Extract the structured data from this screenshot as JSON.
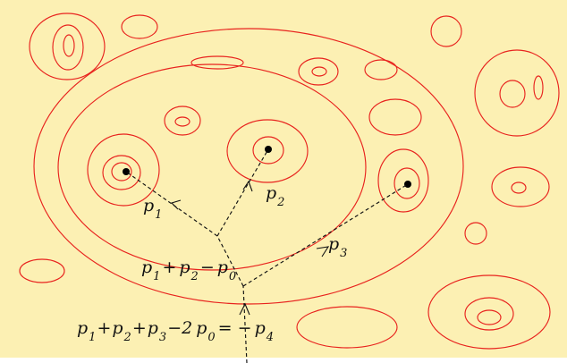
{
  "colors": {
    "background": "#fcf0b3",
    "contour": "#e8231e",
    "path": "#111111",
    "point": "#000000"
  },
  "labels": {
    "p1": {
      "base": "p",
      "sub": "1"
    },
    "p2": {
      "base": "p",
      "sub": "2"
    },
    "p3": {
      "base": "p",
      "sub": "3"
    },
    "sum12": {
      "t1": "p",
      "s1": "1",
      "op1": "+",
      "t2": "p",
      "s2": "2",
      "op2": "−",
      "t3": "p",
      "s3": "0"
    },
    "sum123": {
      "t1": "p",
      "s1": "1",
      "op1": "+",
      "t2": "p",
      "s2": "2",
      "op2": "+",
      "t3": "p",
      "s3": "3",
      "op3": "−2",
      "t4": "p",
      "s4": "0",
      "op4": "= −",
      "t5": "p",
      "s5": "4"
    }
  }
}
